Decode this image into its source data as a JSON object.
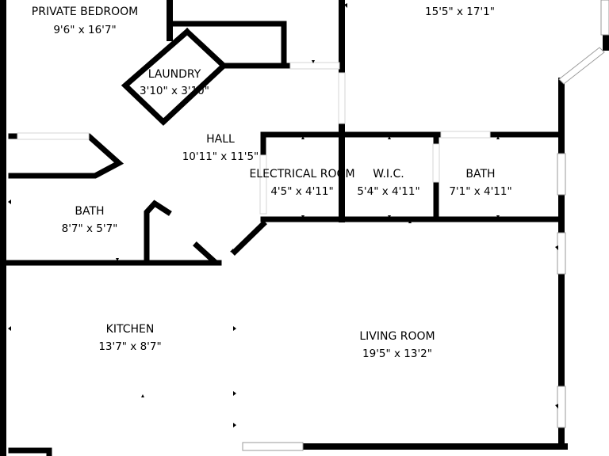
{
  "rooms": {
    "private_bedroom": {
      "name": "PRIVATE BEDROOM",
      "dims": "9'6\" x 16'7\""
    },
    "top_right": {
      "dims": "15'5\" x 17'1\""
    },
    "laundry": {
      "name": "LAUNDRY",
      "dims": "3'10\" x 3'10\""
    },
    "hall": {
      "name": "HALL",
      "dims": "10'11\" x 11'5\""
    },
    "electrical_room": {
      "name": "ELECTRICAL ROOM",
      "dims": "4'5\" x 4'11\""
    },
    "wic": {
      "name": "W.I.C.",
      "dims": "5'4\" x 4'11\""
    },
    "bath_right": {
      "name": "BATH",
      "dims": "7'1\" x 4'11\""
    },
    "bath_left": {
      "name": "BATH",
      "dims": "8'7\" x 5'7\""
    },
    "kitchen": {
      "name": "KITCHEN",
      "dims": "13'7\" x 8'7\""
    },
    "living_room": {
      "name": "LIVING ROOM",
      "dims": "19'5\" x 13'2\""
    }
  },
  "colors": {
    "wall": "#000000",
    "window": "#9a9a9a",
    "background": "#ffffff"
  }
}
